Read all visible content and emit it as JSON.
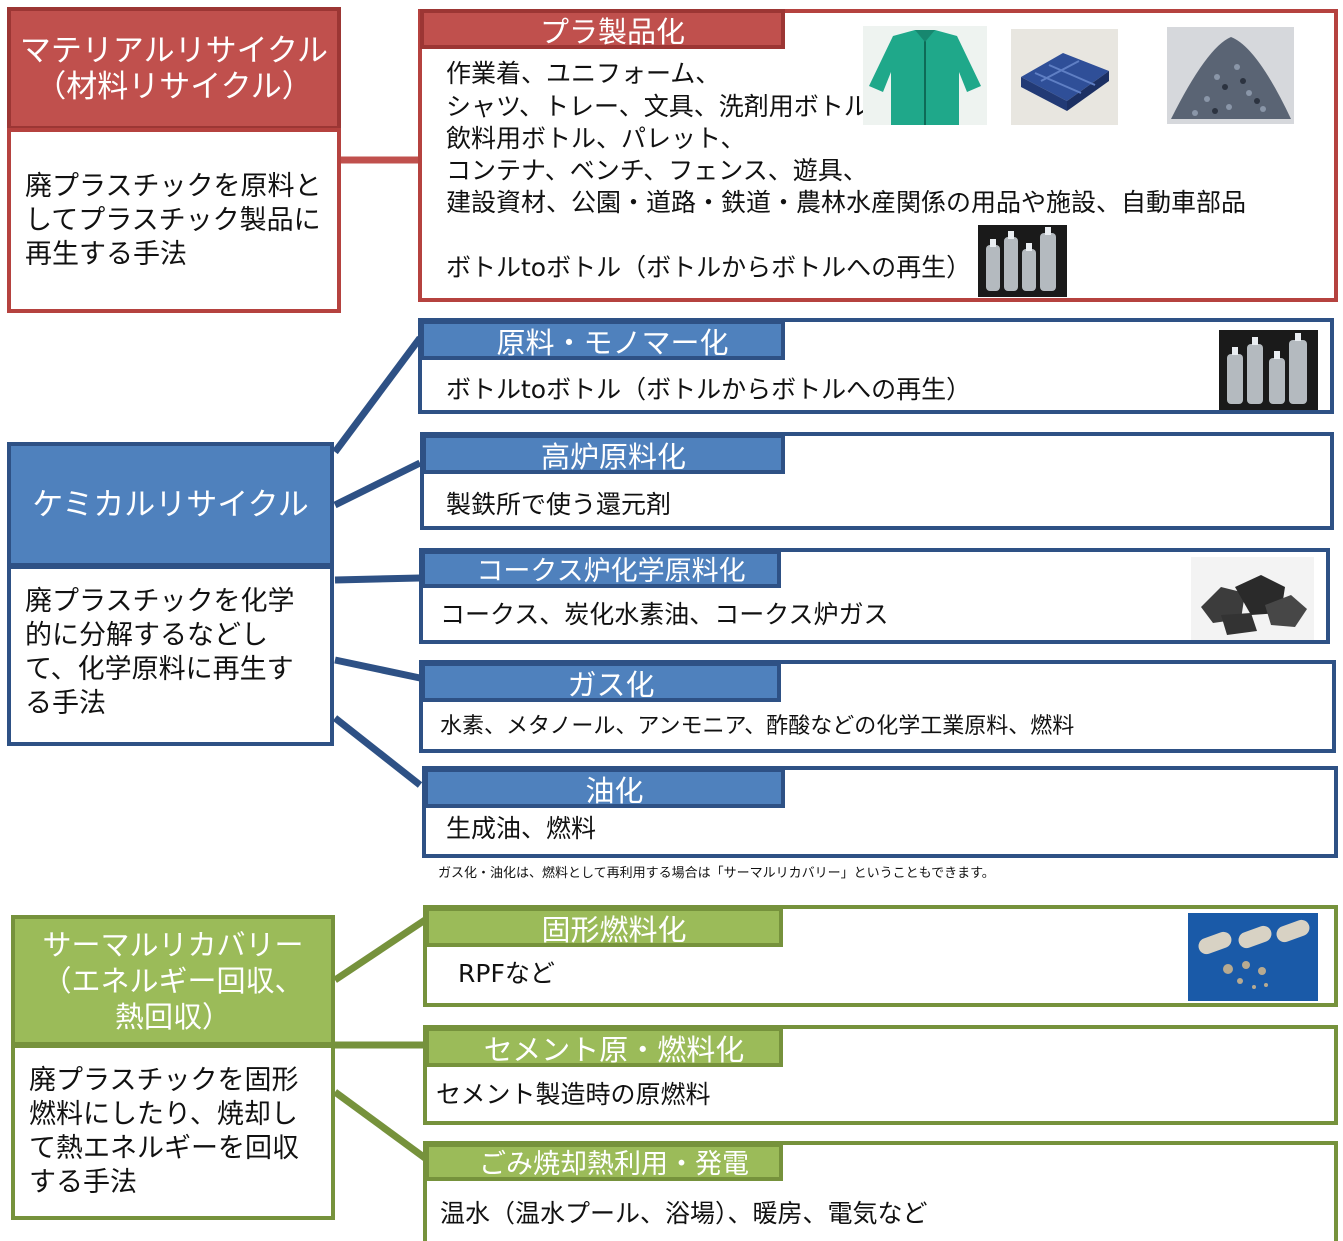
{
  "material": {
    "title": "マテリアルリサイクル\n（材料リサイクル）",
    "desc": "廃プラスチックを原料としてプラスチック製品に再生する手法",
    "items": [
      {
        "tab": "プラ製品化",
        "lines": [
          "作業着、ユニフォーム、",
          "シャツ、トレー、文具、洗剤用ボトル、",
          "飲料用ボトル、パレット、",
          "コンテナ、ベンチ、フェンス、遊具、",
          "建設資材、公園・道路・鉄道・農林水産関係の用品や施設、自動車部品"
        ],
        "extra": "ボトルtoボトル（ボトルからボトルへの再生）"
      }
    ]
  },
  "chemical": {
    "title": "ケミカルリサイクル",
    "desc": "廃プラスチックを化学的に分解するなどして、化学原料に再生する手法",
    "items": [
      {
        "tab": "原料・モノマー化",
        "text": "ボトルtoボトル（ボトルからボトルへの再生）"
      },
      {
        "tab": "高炉原料化",
        "text": "製鉄所で使う還元剤"
      },
      {
        "tab": "コークス炉化学原料化",
        "text": "コークス、炭化水素油、コークス炉ガス"
      },
      {
        "tab": "ガス化",
        "text": "水素、メタノール、アンモニア、酢酸などの化学工業原料、燃料"
      },
      {
        "tab": "油化",
        "text": "生成油、燃料"
      }
    ],
    "note": "ガス化・油化は、燃料として再利用する場合は「サーマルリカバリー」ということもできます。"
  },
  "thermal": {
    "title": "サーマルリカバリー\n（エネルギー回収、\n熱回収）",
    "desc": "廃プラスチックを固形燃料にしたり、焼却して熱エネルギーを回収する手法",
    "items": [
      {
        "tab": "固形燃料化",
        "text": "RPFなど"
      },
      {
        "tab": "セメント原・燃料化",
        "text": "セメント製造時の原燃料"
      },
      {
        "tab": "ごみ焼却熱利用・発電",
        "text": "温水（温水プール、浴場）、暖房、電気など"
      }
    ]
  },
  "colors": {
    "material": "#c0504d",
    "chemical": "#4f81bd",
    "thermal": "#9bbb59"
  },
  "images": [
    "green-jacket-photo",
    "blue-pallet-photo",
    "plastic-flakes-photo",
    "pet-bottles-photo",
    "coke-lumps-photo",
    "rpf-pellets-photo"
  ]
}
